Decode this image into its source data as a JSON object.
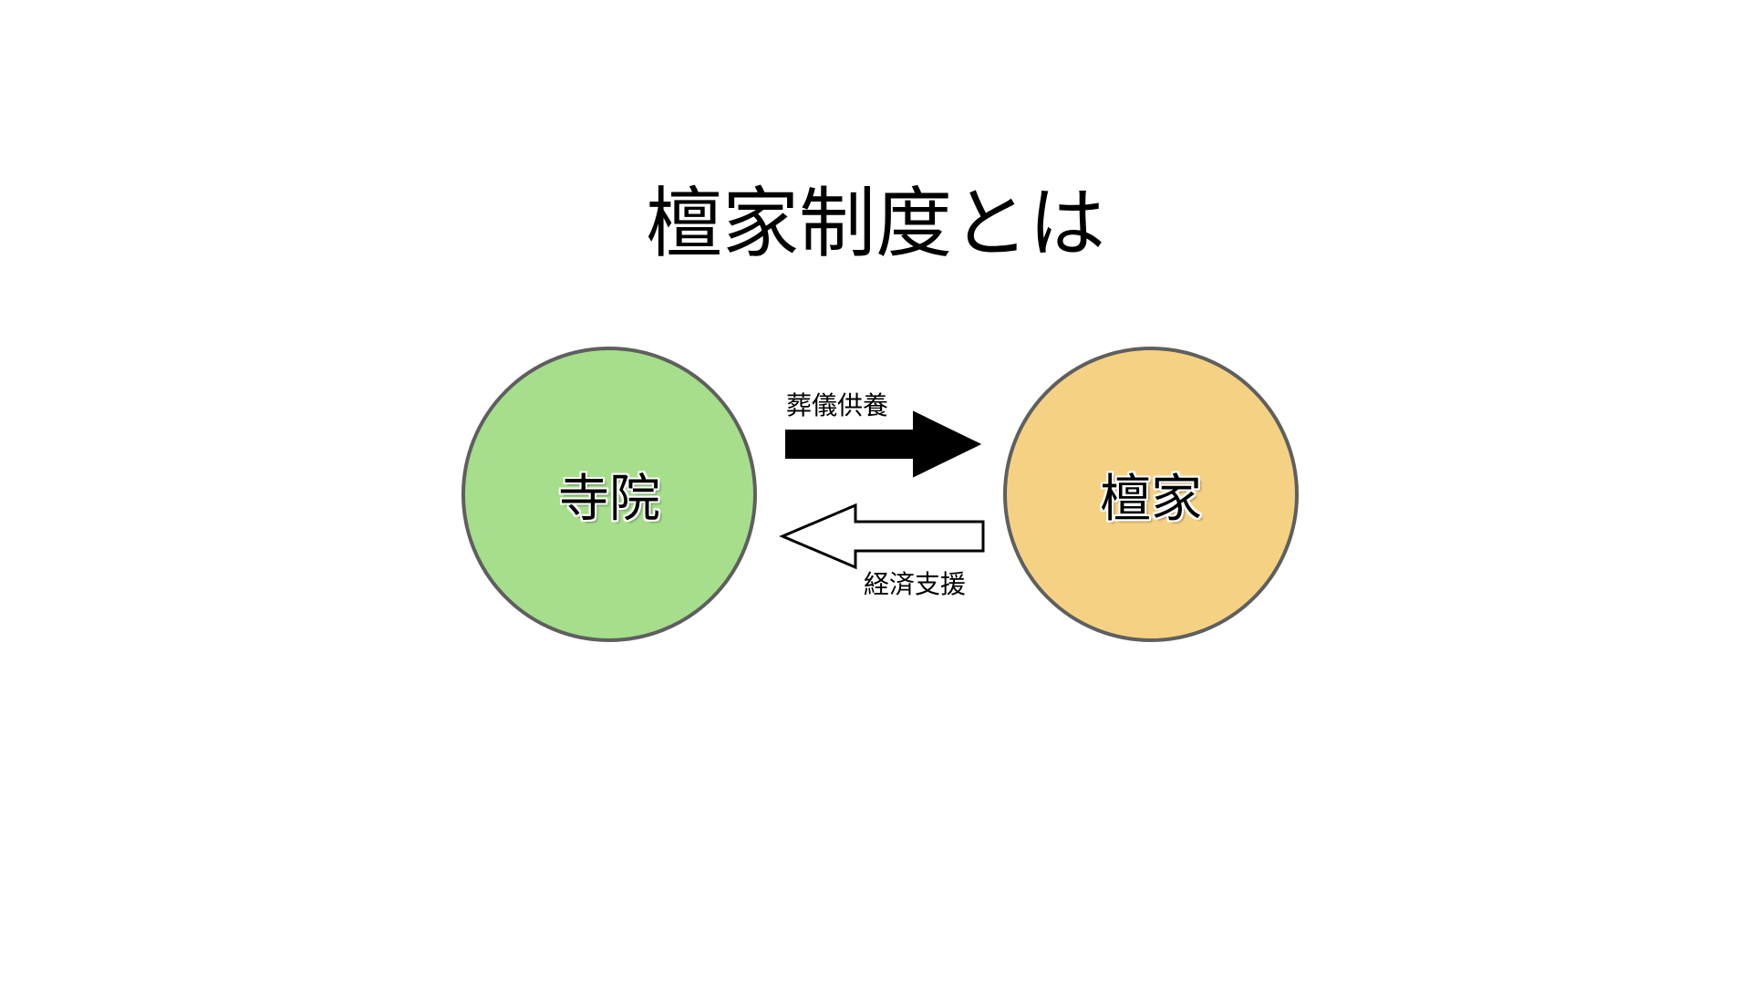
{
  "slide": {
    "title": "檀家制度とは"
  },
  "nodes": {
    "temple": {
      "label": "寺院",
      "color": "#a6de8c"
    },
    "danka": {
      "label": "檀家",
      "color": "#f5d283"
    }
  },
  "arrows": {
    "to_danka": {
      "label": "葬儀供養",
      "style": "filled-black"
    },
    "to_temple": {
      "label": "経済支援",
      "style": "outline"
    }
  },
  "colors": {
    "circle_border": "#5f5f5f",
    "background": "#ffffff"
  }
}
